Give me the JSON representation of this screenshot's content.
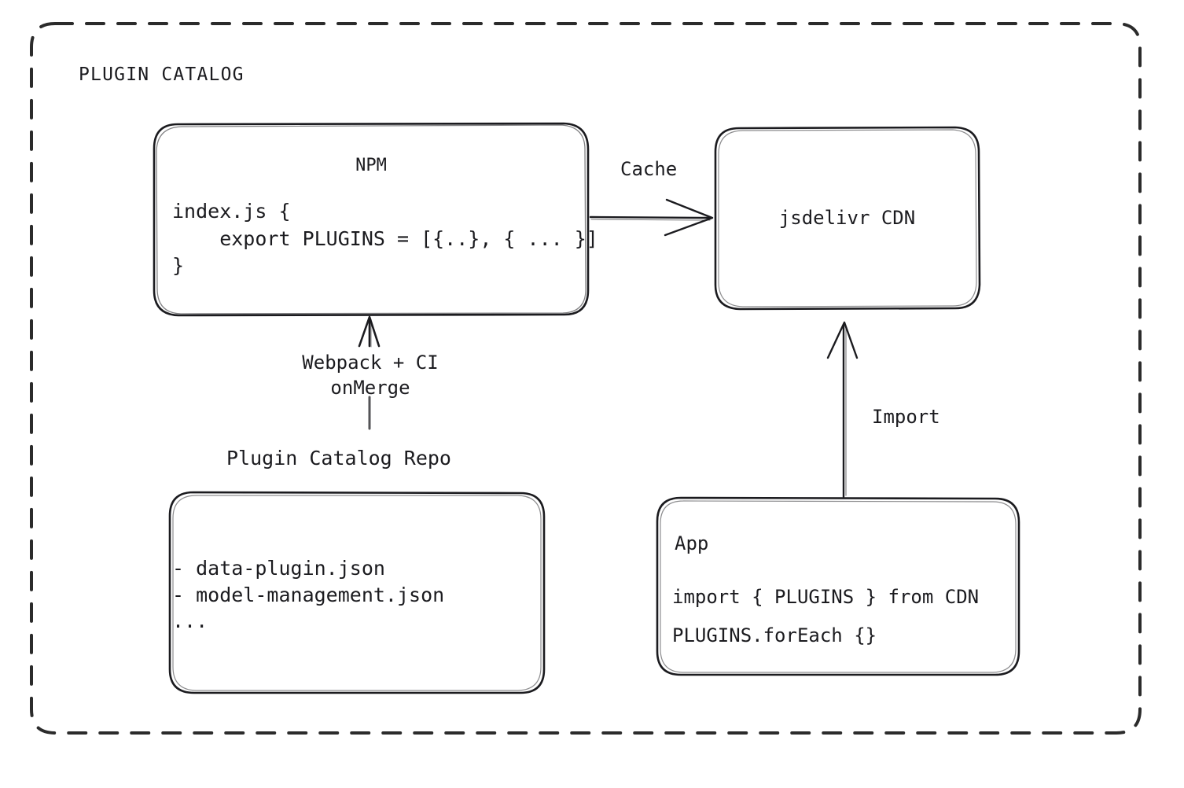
{
  "diagram": {
    "group": {
      "title": "PLUGIN CATALOG",
      "border_style": "dashed",
      "border_color": "#2b2b2b"
    },
    "background_color": "#ffffff",
    "stroke_color": "#1b1b1f",
    "nodes": {
      "npm": {
        "title": "NPM",
        "code": "index.js {\n    export PLUGINS = [{..}, { ... }]\n}"
      },
      "cdn": {
        "title": "jsdelivr CDN"
      },
      "repo": {
        "caption": "Plugin Catalog Repo",
        "items": "- data-plugin.json\n- model-management.json\n..."
      },
      "app": {
        "title": "App",
        "code_import": "import { PLUGINS } from CDN",
        "code_foreach": "PLUGINS.forEach {}"
      }
    },
    "edges": {
      "npm_to_cdn": {
        "label": "Cache",
        "direction": "right"
      },
      "repo_to_npm": {
        "label": "Webpack + CI\nonMerge",
        "direction": "up"
      },
      "app_to_cdn": {
        "label": "Import",
        "direction": "up"
      }
    }
  }
}
